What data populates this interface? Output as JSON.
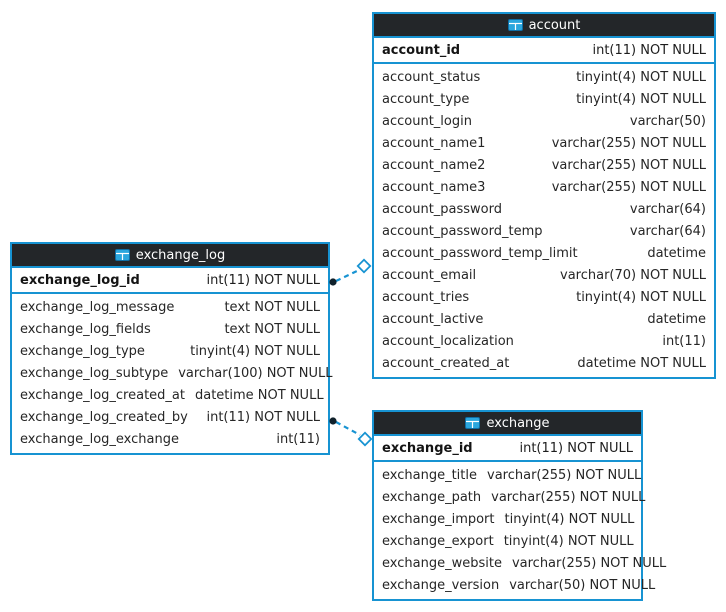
{
  "colors": {
    "accent_blue": "#1793d2",
    "header_background": "#232629",
    "header_text": "#ffffff",
    "row_text": "#262626",
    "table_background": "#ffffff"
  },
  "tables": [
    {
      "id": "exchange_log",
      "title": "exchange_log",
      "icon": "table-icon",
      "primary_key": {
        "name": "exchange_log_id",
        "type": "int(11) NOT NULL"
      },
      "columns": [
        {
          "name": "exchange_log_message",
          "type": "text NOT NULL"
        },
        {
          "name": "exchange_log_fields",
          "type": "text NOT NULL"
        },
        {
          "name": "exchange_log_type",
          "type": "tinyint(4) NOT NULL"
        },
        {
          "name": "exchange_log_subtype",
          "type": "varchar(100) NOT NULL"
        },
        {
          "name": "exchange_log_created_at",
          "type": "datetime NOT NULL"
        },
        {
          "name": "exchange_log_created_by",
          "type": "int(11) NOT NULL"
        },
        {
          "name": "exchange_log_exchange",
          "type": "int(11)"
        }
      ]
    },
    {
      "id": "account",
      "title": "account",
      "icon": "table-icon",
      "primary_key": {
        "name": "account_id",
        "type": "int(11) NOT NULL"
      },
      "columns": [
        {
          "name": "account_status",
          "type": "tinyint(4) NOT NULL"
        },
        {
          "name": "account_type",
          "type": "tinyint(4) NOT NULL"
        },
        {
          "name": "account_login",
          "type": "varchar(50)"
        },
        {
          "name": "account_name1",
          "type": "varchar(255) NOT NULL"
        },
        {
          "name": "account_name2",
          "type": "varchar(255) NOT NULL"
        },
        {
          "name": "account_name3",
          "type": "varchar(255) NOT NULL"
        },
        {
          "name": "account_password",
          "type": "varchar(64)"
        },
        {
          "name": "account_password_temp",
          "type": "varchar(64)"
        },
        {
          "name": "account_password_temp_limit",
          "type": "datetime"
        },
        {
          "name": "account_email",
          "type": "varchar(70) NOT NULL"
        },
        {
          "name": "account_tries",
          "type": "tinyint(4) NOT NULL"
        },
        {
          "name": "account_lactive",
          "type": "datetime"
        },
        {
          "name": "account_localization",
          "type": "int(11)"
        },
        {
          "name": "account_created_at",
          "type": "datetime NOT NULL"
        }
      ]
    },
    {
      "id": "exchange",
      "title": "exchange",
      "icon": "table-icon",
      "primary_key": {
        "name": "exchange_id",
        "type": "int(11) NOT NULL"
      },
      "columns": [
        {
          "name": "exchange_title",
          "type": "varchar(255) NOT NULL"
        },
        {
          "name": "exchange_path",
          "type": "varchar(255) NOT NULL"
        },
        {
          "name": "exchange_import",
          "type": "tinyint(4) NOT NULL"
        },
        {
          "name": "exchange_export",
          "type": "tinyint(4) NOT NULL"
        },
        {
          "name": "exchange_website",
          "type": "varchar(255) NOT NULL"
        },
        {
          "name": "exchange_version",
          "type": "varchar(50) NOT NULL"
        }
      ]
    }
  ],
  "relationships": [
    {
      "from": "exchange_log",
      "to": "account",
      "style": "dashed"
    },
    {
      "from": "exchange_log",
      "to": "exchange",
      "style": "dashed"
    }
  ]
}
